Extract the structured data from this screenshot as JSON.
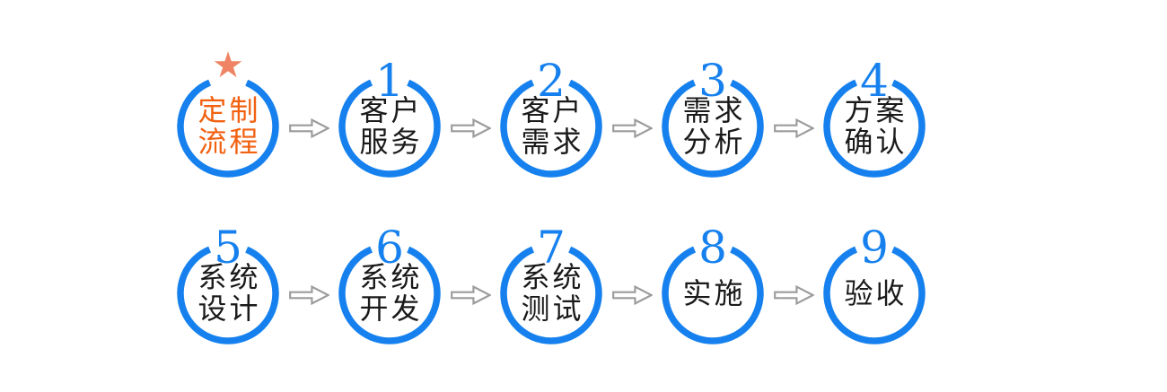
{
  "colors": {
    "ring_blue": "#1681EE",
    "number_blue": "#1681EE",
    "accent_orange": "#F26111",
    "star_coral": "#EF8464",
    "label_dark": "#1A1A1A",
    "arrow_gray": "#9C9C9C",
    "background": "#FFFFFF"
  },
  "diagram": {
    "arrow_icon": "hollow-right-arrow",
    "rows": [
      {
        "steps": [
          {
            "badge": "★",
            "badge_type": "star",
            "lines": [
              "定制",
              "流程"
            ]
          },
          {
            "badge": "1",
            "badge_type": "number",
            "lines": [
              "客户",
              "服务"
            ]
          },
          {
            "badge": "2",
            "badge_type": "number",
            "lines": [
              "客户",
              "需求"
            ]
          },
          {
            "badge": "3",
            "badge_type": "number",
            "lines": [
              "需求",
              "分析"
            ]
          },
          {
            "badge": "4",
            "badge_type": "number",
            "lines": [
              "方案",
              "确认"
            ]
          }
        ]
      },
      {
        "steps": [
          {
            "badge": "5",
            "badge_type": "number",
            "lines": [
              "系统",
              "设计"
            ]
          },
          {
            "badge": "6",
            "badge_type": "number",
            "lines": [
              "系统",
              "开发"
            ]
          },
          {
            "badge": "7",
            "badge_type": "number",
            "lines": [
              "系统",
              "测试"
            ]
          },
          {
            "badge": "8",
            "badge_type": "number",
            "lines": [
              "实施"
            ]
          },
          {
            "badge": "9",
            "badge_type": "number",
            "lines": [
              "验收"
            ]
          }
        ]
      }
    ]
  }
}
